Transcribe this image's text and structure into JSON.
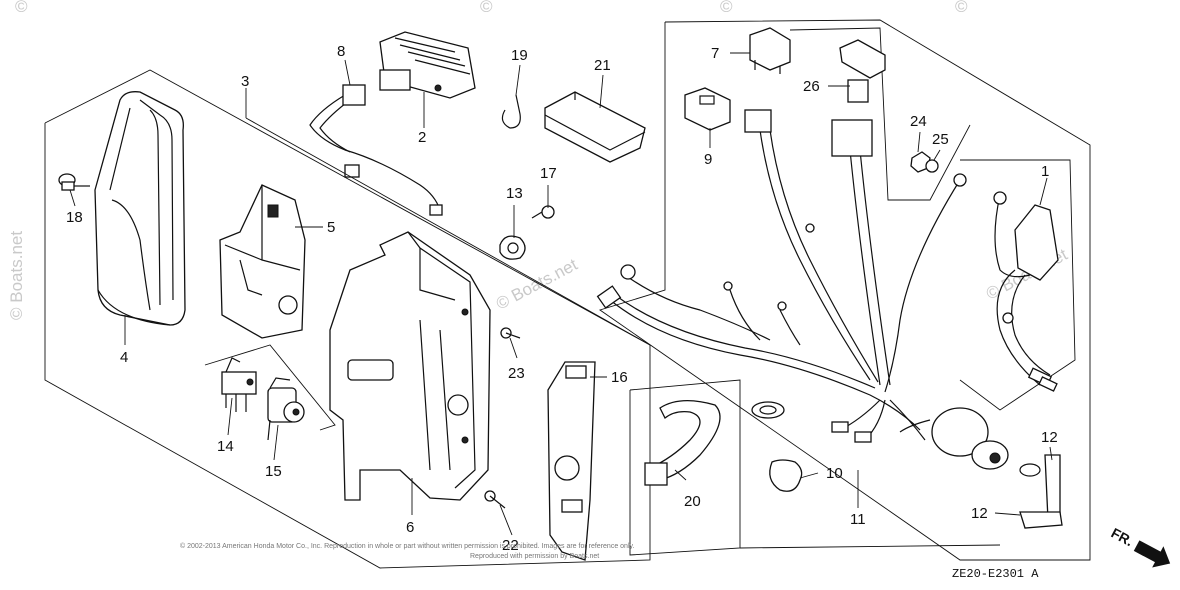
{
  "watermarks": {
    "left_vertical": "© Boats.net",
    "center": "© Boats.net",
    "right": "© Boats.net",
    "top_marks": [
      "©",
      "©",
      "©",
      "©"
    ]
  },
  "callouts": {
    "p1": "1",
    "p2": "2",
    "p3": "3",
    "p4": "4",
    "p5": "5",
    "p6": "6",
    "p7": "7",
    "p8": "8",
    "p9": "9",
    "p10": "10",
    "p11": "11",
    "p12a": "12",
    "p12b": "12",
    "p13": "13",
    "p14": "14",
    "p15": "15",
    "p16": "16",
    "p17": "17",
    "p18": "18",
    "p19": "19",
    "p20": "20",
    "p21": "21",
    "p22": "22",
    "p23": "23",
    "p24": "24",
    "p25": "25",
    "p26": "26"
  },
  "front_indicator": "FR.",
  "diagram_code": "ZE20-E2301 A",
  "copyright_line1": "© 2002-2013 American Honda Motor Co., Inc. Reproduction in whole or part without written permission is prohibited. Images are for reference only.",
  "copyright_line2": "Reproduced with permission by Boats.net"
}
